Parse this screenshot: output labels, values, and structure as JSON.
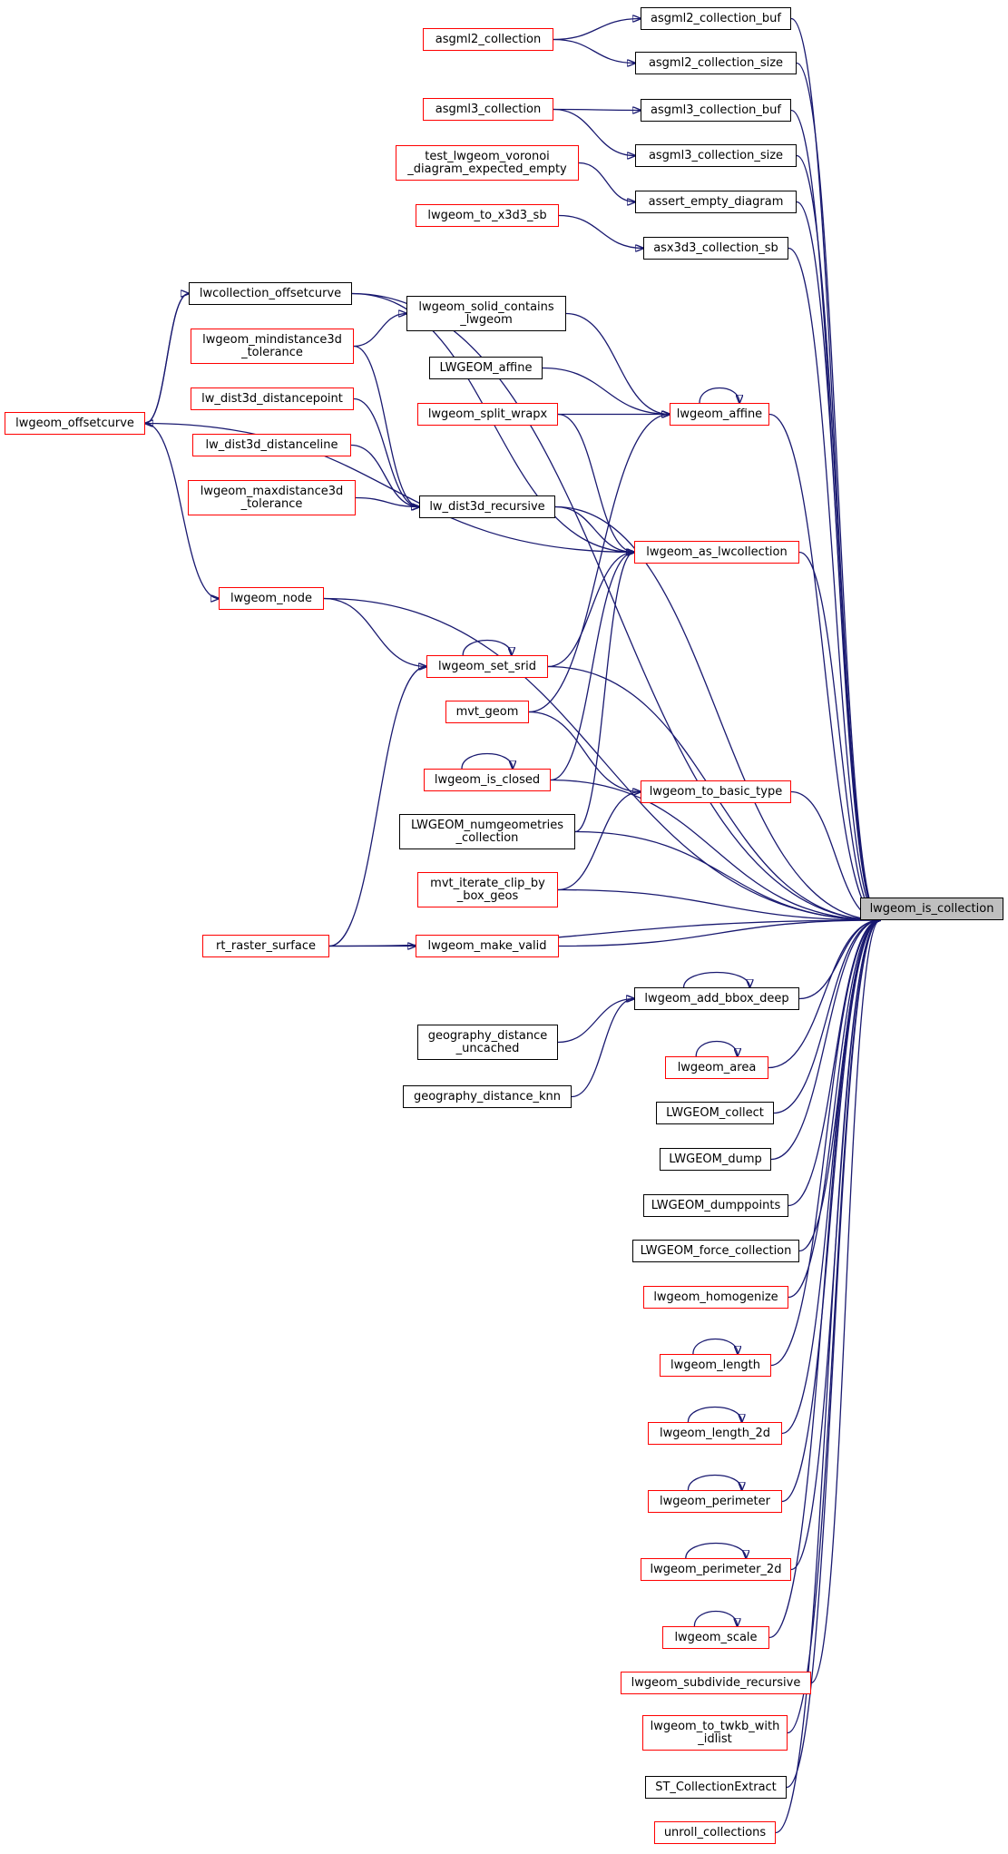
{
  "colors": {
    "edge": "#191970",
    "border_default": "#000000",
    "border_red": "#ff0000",
    "root_fill": "#bfbfbf"
  },
  "nodes": [
    {
      "id": "root",
      "label": "lwgeom_is_collection",
      "style": "root"
    },
    {
      "id": "n1",
      "label": "asgml2_collection_buf",
      "style": "black"
    },
    {
      "id": "n2",
      "label": "asgml2_collection",
      "style": "red"
    },
    {
      "id": "n3",
      "label": "asgml2_collection_size",
      "style": "black"
    },
    {
      "id": "n4",
      "label": "asgml3_collection_buf",
      "style": "black"
    },
    {
      "id": "n5",
      "label": "asgml3_collection",
      "style": "red"
    },
    {
      "id": "n6",
      "label": "asgml3_collection_size",
      "style": "black"
    },
    {
      "id": "n7",
      "label": "test_lwgeom_voronoi\n_diagram_expected_empty",
      "style": "red"
    },
    {
      "id": "n8",
      "label": "assert_empty_diagram",
      "style": "black"
    },
    {
      "id": "n9",
      "label": "lwgeom_to_x3d3_sb",
      "style": "red"
    },
    {
      "id": "n10",
      "label": "asx3d3_collection_sb",
      "style": "black"
    },
    {
      "id": "n11",
      "label": "lwcollection_offsetcurve",
      "style": "black"
    },
    {
      "id": "n12",
      "label": "lwgeom_offsetcurve",
      "style": "red"
    },
    {
      "id": "n13",
      "label": "lwgeom_solid_contains\n_lwgeom",
      "style": "black"
    },
    {
      "id": "n14",
      "label": "lwgeom_mindistance3d\n_tolerance",
      "style": "red"
    },
    {
      "id": "n15",
      "label": "LWGEOM_affine",
      "style": "black"
    },
    {
      "id": "n16",
      "label": "lwgeom_split_wrapx",
      "style": "red"
    },
    {
      "id": "n17",
      "label": "lwgeom_affine",
      "style": "red"
    },
    {
      "id": "n18",
      "label": "lw_dist3d_distancepoint",
      "style": "red"
    },
    {
      "id": "n19",
      "label": "lw_dist3d_distanceline",
      "style": "red"
    },
    {
      "id": "n20",
      "label": "lwgeom_maxdistance3d\n_tolerance",
      "style": "red"
    },
    {
      "id": "n21",
      "label": "lw_dist3d_recursive",
      "style": "black"
    },
    {
      "id": "n22",
      "label": "lwgeom_as_lwcollection",
      "style": "red"
    },
    {
      "id": "n23",
      "label": "lwgeom_node",
      "style": "red"
    },
    {
      "id": "n24",
      "label": "lwgeom_set_srid",
      "style": "red"
    },
    {
      "id": "n25",
      "label": "mvt_geom",
      "style": "red"
    },
    {
      "id": "n26",
      "label": "lwgeom_is_closed",
      "style": "red"
    },
    {
      "id": "n27",
      "label": "lwgeom_to_basic_type",
      "style": "red"
    },
    {
      "id": "n28",
      "label": "LWGEOM_numgeometries\n_collection",
      "style": "black"
    },
    {
      "id": "n29",
      "label": "mvt_iterate_clip_by\n_box_geos",
      "style": "red"
    },
    {
      "id": "n30",
      "label": "rt_raster_surface",
      "style": "red"
    },
    {
      "id": "n31",
      "label": "lwgeom_make_valid",
      "style": "red"
    },
    {
      "id": "n32",
      "label": "lwgeom_add_bbox_deep",
      "style": "black"
    },
    {
      "id": "n33",
      "label": "geography_distance\n_uncached",
      "style": "black"
    },
    {
      "id": "n34",
      "label": "geography_distance_knn",
      "style": "black"
    },
    {
      "id": "n35",
      "label": "lwgeom_area",
      "style": "red"
    },
    {
      "id": "n36",
      "label": "LWGEOM_collect",
      "style": "black"
    },
    {
      "id": "n37",
      "label": "LWGEOM_dump",
      "style": "black"
    },
    {
      "id": "n38",
      "label": "LWGEOM_dumppoints",
      "style": "black"
    },
    {
      "id": "n39",
      "label": "LWGEOM_force_collection",
      "style": "black"
    },
    {
      "id": "n40",
      "label": "lwgeom_homogenize",
      "style": "red"
    },
    {
      "id": "n41",
      "label": "lwgeom_length",
      "style": "red"
    },
    {
      "id": "n42",
      "label": "lwgeom_length_2d",
      "style": "red"
    },
    {
      "id": "n43",
      "label": "lwgeom_perimeter",
      "style": "red"
    },
    {
      "id": "n44",
      "label": "lwgeom_perimeter_2d",
      "style": "red"
    },
    {
      "id": "n45",
      "label": "lwgeom_scale",
      "style": "red"
    },
    {
      "id": "n46",
      "label": "lwgeom_subdivide_recursive",
      "style": "red"
    },
    {
      "id": "n47",
      "label": "lwgeom_to_twkb_with\n_idlist",
      "style": "red"
    },
    {
      "id": "n48",
      "label": "ST_CollectionExtract",
      "style": "black"
    },
    {
      "id": "n49",
      "label": "unroll_collections",
      "style": "red"
    }
  ],
  "edges": [
    [
      "n1",
      "root"
    ],
    [
      "n3",
      "root"
    ],
    [
      "n4",
      "root"
    ],
    [
      "n6",
      "root"
    ],
    [
      "n8",
      "root"
    ],
    [
      "n10",
      "root"
    ],
    [
      "n11",
      "root"
    ],
    [
      "n17",
      "root"
    ],
    [
      "n21",
      "root"
    ],
    [
      "n22",
      "root"
    ],
    [
      "n23",
      "root"
    ],
    [
      "n24",
      "root"
    ],
    [
      "n26",
      "root"
    ],
    [
      "n27",
      "root"
    ],
    [
      "n28",
      "root"
    ],
    [
      "n29",
      "root"
    ],
    [
      "n30",
      "root"
    ],
    [
      "n31",
      "root"
    ],
    [
      "n32",
      "root"
    ],
    [
      "n35",
      "root"
    ],
    [
      "n36",
      "root"
    ],
    [
      "n37",
      "root"
    ],
    [
      "n38",
      "root"
    ],
    [
      "n39",
      "root"
    ],
    [
      "n40",
      "root"
    ],
    [
      "n41",
      "root"
    ],
    [
      "n42",
      "root"
    ],
    [
      "n43",
      "root"
    ],
    [
      "n44",
      "root"
    ],
    [
      "n45",
      "root"
    ],
    [
      "n46",
      "root"
    ],
    [
      "n47",
      "root"
    ],
    [
      "n48",
      "root"
    ],
    [
      "n49",
      "root"
    ],
    [
      "n2",
      "n1"
    ],
    [
      "n2",
      "n3"
    ],
    [
      "n5",
      "n4"
    ],
    [
      "n5",
      "n6"
    ],
    [
      "n7",
      "n8"
    ],
    [
      "n9",
      "n10"
    ],
    [
      "n12",
      "n11"
    ],
    [
      "n11",
      "n12"
    ],
    [
      "n14",
      "n13"
    ],
    [
      "n13",
      "n17"
    ],
    [
      "n15",
      "n17"
    ],
    [
      "n16",
      "n17"
    ],
    [
      "n17",
      "n17"
    ],
    [
      "n25",
      "n17"
    ],
    [
      "n18",
      "n21"
    ],
    [
      "n19",
      "n21"
    ],
    [
      "n20",
      "n21"
    ],
    [
      "n14",
      "n21"
    ],
    [
      "n21",
      "n22"
    ],
    [
      "n11",
      "n22"
    ],
    [
      "n12",
      "n22"
    ],
    [
      "n16",
      "n22"
    ],
    [
      "n24",
      "n22"
    ],
    [
      "n26",
      "n22"
    ],
    [
      "n28",
      "n22"
    ],
    [
      "n12",
      "n23"
    ],
    [
      "n23",
      "n24"
    ],
    [
      "n24",
      "n24"
    ],
    [
      "n30",
      "n24"
    ],
    [
      "n25",
      "n27"
    ],
    [
      "n29",
      "n27"
    ],
    [
      "n26",
      "n26"
    ],
    [
      "n30",
      "n31"
    ],
    [
      "n33",
      "n32"
    ],
    [
      "n34",
      "n32"
    ],
    [
      "n32",
      "n32"
    ],
    [
      "n35",
      "n35"
    ],
    [
      "n41",
      "n41"
    ],
    [
      "n42",
      "n42"
    ],
    [
      "n43",
      "n43"
    ],
    [
      "n44",
      "n44"
    ],
    [
      "n45",
      "n45"
    ]
  ]
}
